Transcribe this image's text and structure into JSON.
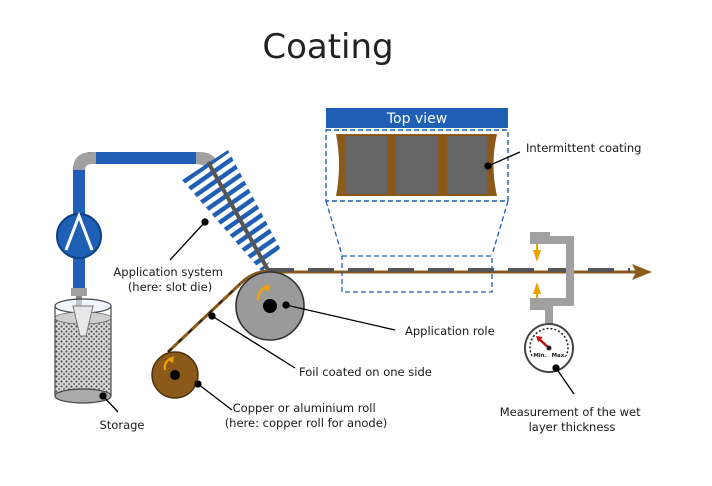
{
  "title": "Coating",
  "top_view": {
    "label": "Top view"
  },
  "labels": {
    "intermittent_coating": "Intermittent coating",
    "application_system": [
      "Application system",
      "(here: slot die)"
    ],
    "application_role": "Application role",
    "foil_coated": "Foil coated on one side",
    "copper_roll": [
      "Copper or aluminium roll",
      "(here: copper roll for anode)"
    ],
    "storage": "Storage",
    "measurement": [
      "Measurement of the wet",
      "layer thickness"
    ]
  },
  "gauge": {
    "min_label": "Min.",
    "max_label": "Max."
  },
  "colors": {
    "pipe_blue": "#1f5fb5",
    "pipe_gray": "#a0a0a0",
    "pump_blue": "#1f5fb5",
    "coating_dark": "#555555",
    "copper": "#8b5a1a",
    "roll_gray": "#9a9a9a",
    "accent_orange": "#f0a000",
    "banner_blue": "#1f5fb5",
    "dashed_blue": "#1f5fb5"
  }
}
